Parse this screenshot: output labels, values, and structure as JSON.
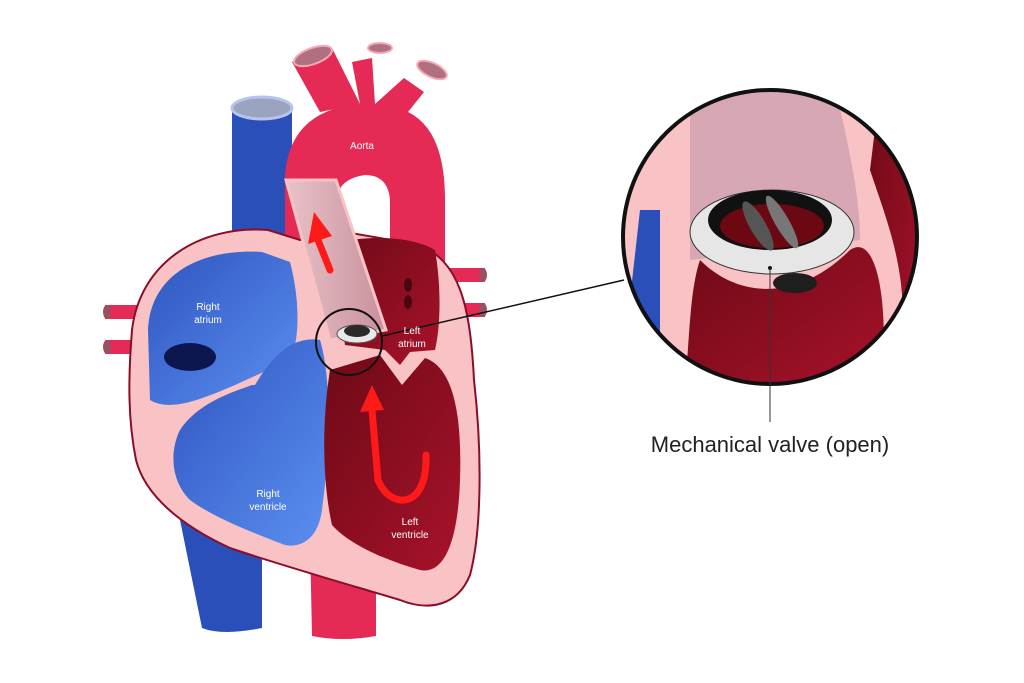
{
  "labels": {
    "aorta": "Aorta",
    "right_atrium": [
      "Right",
      "atrium"
    ],
    "right_ventricle": [
      "Right",
      "ventricle"
    ],
    "left_atrium": [
      "Left",
      "atrium"
    ],
    "left_ventricle": [
      "Left",
      "ventricle"
    ]
  },
  "callout": "Mechanical valve (open)",
  "colors": {
    "vein_blue": "#2a4fb8",
    "artery_red": "#e52b55",
    "heart_wall": "#f9c2c4",
    "oxygenated_chamber": "#8c0f1e",
    "flow_arrow": "#ff1a1a"
  }
}
